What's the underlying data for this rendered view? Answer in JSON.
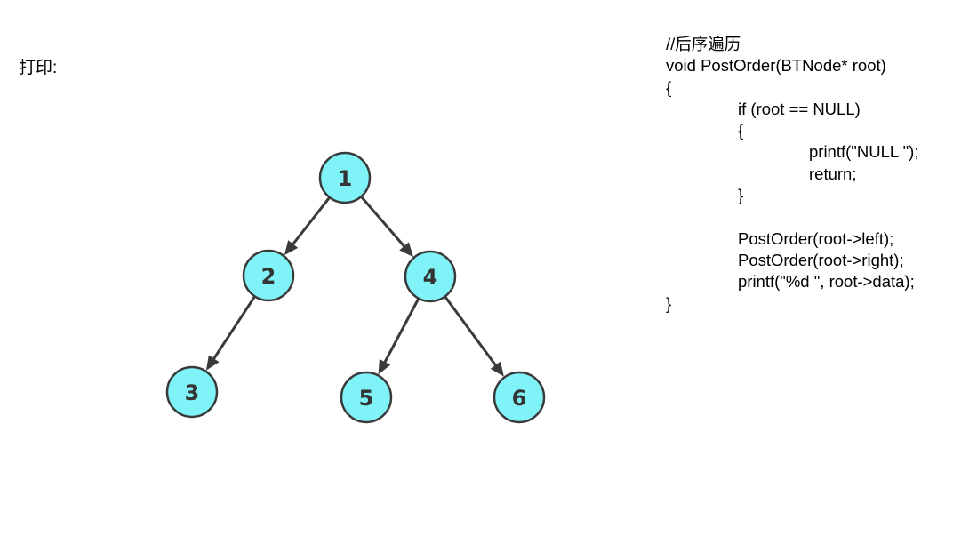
{
  "print_label": "打印:",
  "tree": {
    "nodes": [
      {
        "id": "n1",
        "label": "1"
      },
      {
        "id": "n2",
        "label": "2"
      },
      {
        "id": "n4",
        "label": "4"
      },
      {
        "id": "n3",
        "label": "3"
      },
      {
        "id": "n5",
        "label": "5"
      },
      {
        "id": "n6",
        "label": "6"
      }
    ],
    "edges": [
      {
        "from": "n1",
        "to": "n2"
      },
      {
        "from": "n1",
        "to": "n4"
      },
      {
        "from": "n2",
        "to": "n3"
      },
      {
        "from": "n4",
        "to": "n5"
      },
      {
        "from": "n4",
        "to": "n6"
      }
    ],
    "colors": {
      "node_fill": "#7ff3f8",
      "node_stroke": "#3a3a3a",
      "edge": "#3a3a3a",
      "label": "#333333"
    }
  },
  "code": {
    "lines": [
      {
        "indent": 0,
        "text": "//后序遍历"
      },
      {
        "indent": 0,
        "text": "void PostOrder(BTNode* root)"
      },
      {
        "indent": 0,
        "text": "{"
      },
      {
        "indent": 1,
        "text": "if (root == NULL)"
      },
      {
        "indent": 1,
        "text": "{"
      },
      {
        "indent": 2,
        "text": "printf(\"NULL \");"
      },
      {
        "indent": 2,
        "text": "return;"
      },
      {
        "indent": 1,
        "text": "}"
      },
      {
        "indent": 0,
        "text": ""
      },
      {
        "indent": 1,
        "text": "PostOrder(root->left);"
      },
      {
        "indent": 1,
        "text": "PostOrder(root->right);"
      },
      {
        "indent": 1,
        "text": "printf(\"%d \", root->data);"
      },
      {
        "indent": 0,
        "text": "}"
      }
    ]
  }
}
